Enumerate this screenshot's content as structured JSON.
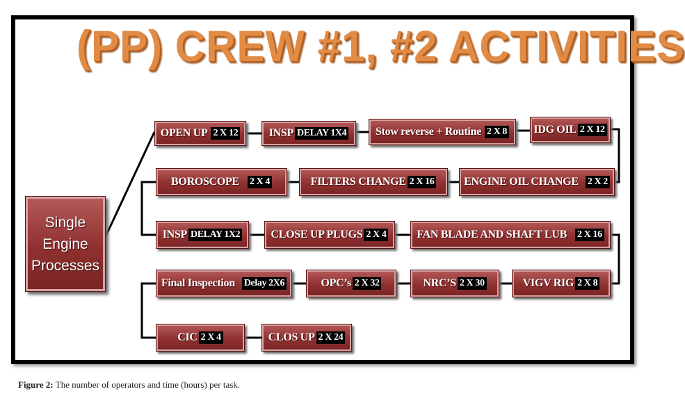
{
  "title": "(PP)  CREW #1, #2 ACTIVITIES",
  "start": {
    "line1": "Single",
    "line2": "Engine",
    "line3": "Processes"
  },
  "rows": [
    [
      {
        "label": "OPEN UP",
        "tag": "2 X 12"
      },
      {
        "label": "INSP",
        "tag": "DELAY 1X4"
      },
      {
        "label": "Stow reverse + Routine",
        "tag": "2 X 8"
      },
      {
        "label": "IDG OIL",
        "tag": "2 X 12"
      }
    ],
    [
      {
        "label": "BOROSCOPE",
        "tag": "2 X 4"
      },
      {
        "label": "FILTERS CHANGE",
        "tag": "2 X 16"
      },
      {
        "label": "ENGINE OIL CHANGE",
        "tag": "2 X 2"
      }
    ],
    [
      {
        "label": "INSP",
        "tag": "DELAY 1X2"
      },
      {
        "label": "CLOSE UP PLUGS",
        "tag": "2 X 4"
      },
      {
        "label": "FAN BLADE AND SHAFT LUB",
        "tag": "2 X 16"
      }
    ],
    [
      {
        "label": "Final Inspection",
        "tag": "Delay 2X6"
      },
      {
        "label": "OPC’s",
        "tag": "2 X 32"
      },
      {
        "label": "NRC’S",
        "tag": "2 X 30"
      },
      {
        "label": "VIGV RIG",
        "tag": "2 X 8"
      }
    ],
    [
      {
        "label": "CIC",
        "tag": "2 X 4"
      },
      {
        "label": "CLOS UP",
        "tag": "2 X 24"
      }
    ]
  ],
  "caption": {
    "prefix": "Figure 2:",
    "text": " The number of operators and time (hours) per task."
  }
}
